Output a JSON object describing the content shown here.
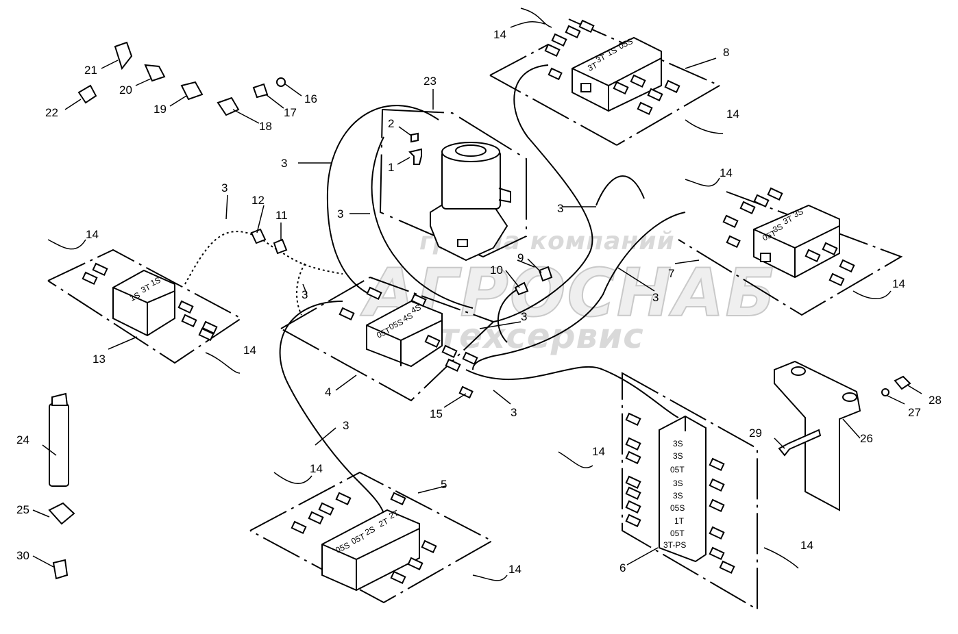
{
  "watermark": {
    "line1": "группа компаний",
    "line2": "АГРОСНАБ",
    "line3": "техсервис"
  },
  "callouts": [
    "1",
    "2",
    "3",
    "4",
    "5",
    "6",
    "7",
    "8",
    "9",
    "10",
    "11",
    "12",
    "13",
    "14",
    "15",
    "16",
    "17",
    "18",
    "19",
    "20",
    "21",
    "22",
    "23",
    "24",
    "25",
    "26",
    "27",
    "28",
    "29",
    "30"
  ],
  "block_labels": {
    "b8": [
      "05S",
      "1S",
      "3T",
      "3T"
    ],
    "b7": [
      "3S",
      "3T",
      "3S",
      "05T"
    ],
    "b13": [
      "1S",
      "3T",
      "1S"
    ],
    "b4": [
      "4S",
      "4S",
      "05S",
      "05T"
    ],
    "b5": [
      "2T",
      "2T",
      "2S",
      "05T",
      "05S"
    ],
    "b6": [
      "3S",
      "3S",
      "05T",
      "3S",
      "3S",
      "05S",
      "1T",
      "05T",
      "3T-PS"
    ]
  },
  "colors": {
    "line": "#000000",
    "watermark": "#d9d9d9"
  }
}
